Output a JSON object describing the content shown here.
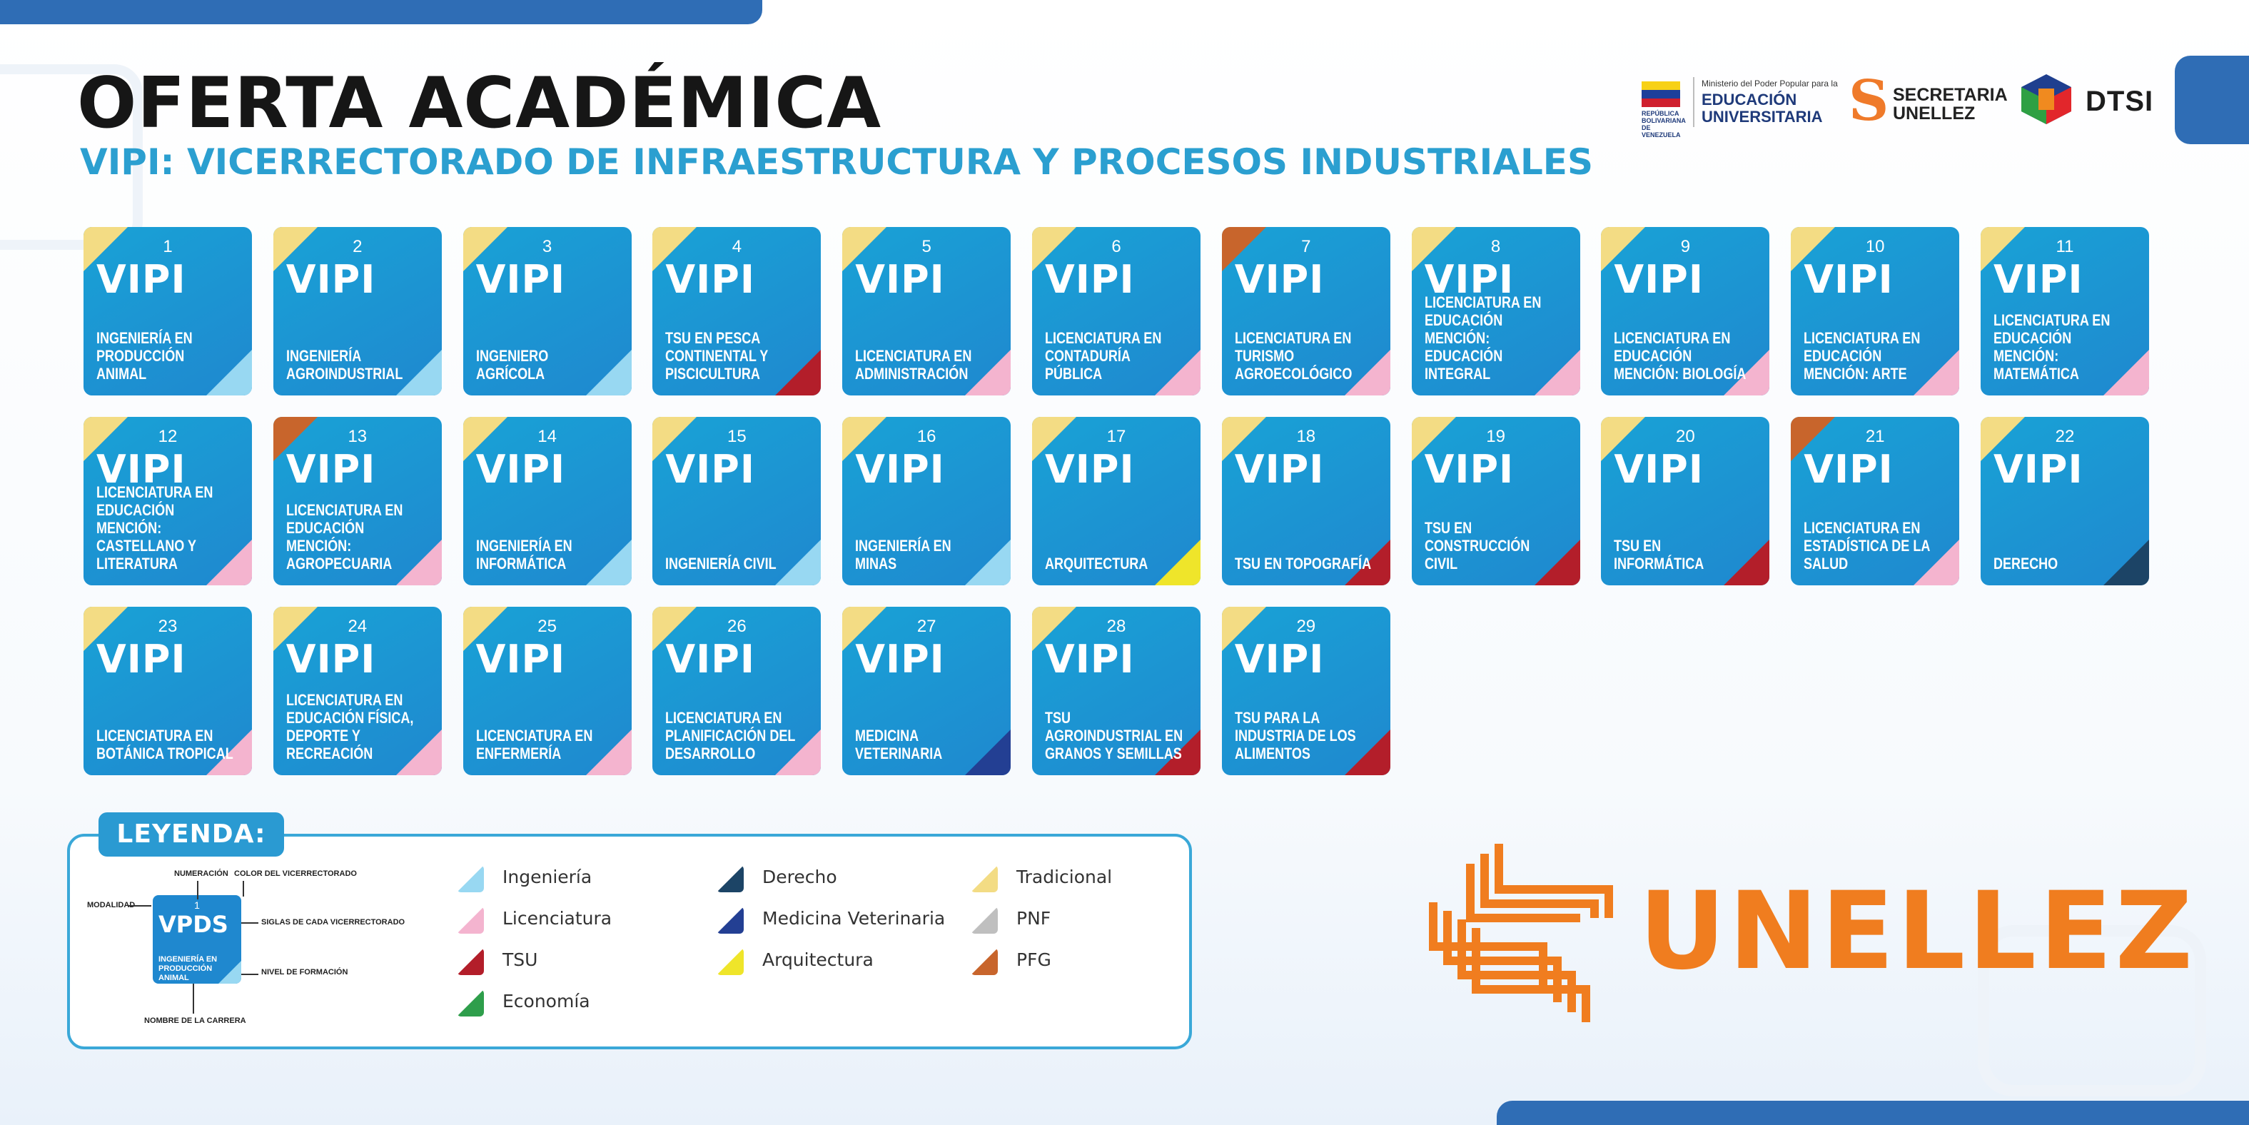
{
  "header": {
    "title": "OFERTA ACADÉMICA",
    "subtitle": "VIPI: VICERRECTORADO DE INFRAESTRUCTURA Y PROCESOS INDUSTRIALES"
  },
  "logos": {
    "flag_caption": "REPÚBLICA BOLIVARIANA DE VENEZUELA",
    "mppeu_small": "Ministerio del Poder Popular para la",
    "mppeu_line1": "EDUCACIÓN",
    "mppeu_line2": "UNIVERSITARIA",
    "secretaria_line1": "SECRETARIA",
    "secretaria_line2": "UNELLEZ",
    "dtsi": "DTSI",
    "unellez": "UNELLEZ"
  },
  "colors": {
    "card_blue": "#1f88cf",
    "tradicional": "#f3dc84",
    "pfg": "#c8652c",
    "pnf": "#bfbfbf",
    "ingenieria": "#98d8f2",
    "licenciatura": "#f4b4cf",
    "tsu": "#b31e2a",
    "economia": "#2e9e4b",
    "derecho": "#1c4466",
    "medicina_veterinaria": "#233f93",
    "arquitectura": "#efe52a",
    "unellez_orange": "#f07d1f"
  },
  "vicerrectorado": "VIPI",
  "cards": [
    {
      "num": "1",
      "career": "INGENIERÍA EN PRODUCCIÓN ANIMAL",
      "modalidad": "tradicional",
      "nivel": "ingenieria"
    },
    {
      "num": "2",
      "career": "INGENIERÍA AGROINDUSTRIAL",
      "modalidad": "tradicional",
      "nivel": "ingenieria"
    },
    {
      "num": "3",
      "career": "INGENIERO AGRÍCOLA",
      "modalidad": "tradicional",
      "nivel": "ingenieria"
    },
    {
      "num": "4",
      "career": "TSU EN PESCA CONTINENTAL Y PISCICULTURA",
      "modalidad": "tradicional",
      "nivel": "tsu"
    },
    {
      "num": "5",
      "career": "LICENCIATURA EN ADMINISTRACIÓN",
      "modalidad": "tradicional",
      "nivel": "licenciatura"
    },
    {
      "num": "6",
      "career": "LICENCIATURA EN CONTADURÍA PÚBLICA",
      "modalidad": "tradicional",
      "nivel": "licenciatura"
    },
    {
      "num": "7",
      "career": "LICENCIATURA EN TURISMO AGROECOLÓGICO",
      "modalidad": "pfg",
      "nivel": "licenciatura"
    },
    {
      "num": "8",
      "career": "LICENCIATURA EN EDUCACIÓN MENCIÓN: EDUCACIÓN INTEGRAL",
      "modalidad": "tradicional",
      "nivel": "licenciatura"
    },
    {
      "num": "9",
      "career": "LICENCIATURA EN EDUCACIÓN MENCIÓN: BIOLOGÍA",
      "modalidad": "tradicional",
      "nivel": "licenciatura"
    },
    {
      "num": "10",
      "career": "LICENCIATURA EN EDUCACIÓN MENCIÓN: ARTE",
      "modalidad": "tradicional",
      "nivel": "licenciatura"
    },
    {
      "num": "11",
      "career": "LICENCIATURA EN EDUCACIÓN MENCIÓN: MATEMÁTICA",
      "modalidad": "tradicional",
      "nivel": "licenciatura"
    },
    {
      "num": "12",
      "career": "LICENCIATURA EN EDUCACIÓN MENCIÓN: CASTELLANO Y LITERATURA",
      "modalidad": "tradicional",
      "nivel": "licenciatura"
    },
    {
      "num": "13",
      "career": "LICENCIATURA EN EDUCACIÓN MENCIÓN: AGROPECUARIA",
      "modalidad": "pfg",
      "nivel": "licenciatura"
    },
    {
      "num": "14",
      "career": "INGENIERÍA EN INFORMÁTICA",
      "modalidad": "tradicional",
      "nivel": "ingenieria"
    },
    {
      "num": "15",
      "career": "INGENIERÍA CIVIL",
      "modalidad": "tradicional",
      "nivel": "ingenieria"
    },
    {
      "num": "16",
      "career": "INGENIERÍA EN MINAS",
      "modalidad": "tradicional",
      "nivel": "ingenieria"
    },
    {
      "num": "17",
      "career": "ARQUITECTURA",
      "modalidad": "tradicional",
      "nivel": "arquitectura"
    },
    {
      "num": "18",
      "career": "TSU EN TOPOGRAFÍA",
      "modalidad": "tradicional",
      "nivel": "tsu"
    },
    {
      "num": "19",
      "career": "TSU EN CONSTRUCCIÓN CIVIL",
      "modalidad": "tradicional",
      "nivel": "tsu"
    },
    {
      "num": "20",
      "career": "TSU EN INFORMÁTICA",
      "modalidad": "tradicional",
      "nivel": "tsu"
    },
    {
      "num": "21",
      "career": "LICENCIATURA EN ESTADÍSTICA DE LA SALUD",
      "modalidad": "pfg",
      "nivel": "licenciatura"
    },
    {
      "num": "22",
      "career": "DERECHO",
      "modalidad": "tradicional",
      "nivel": "derecho"
    },
    {
      "num": "23",
      "career": "LICENCIATURA EN BOTÁNICA TROPICAL",
      "modalidad": "tradicional",
      "nivel": "licenciatura"
    },
    {
      "num": "24",
      "career": "LICENCIATURA EN EDUCACIÓN FÍSICA, DEPORTE Y RECREACIÓN",
      "modalidad": "tradicional",
      "nivel": "licenciatura"
    },
    {
      "num": "25",
      "career": "LICENCIATURA EN ENFERMERÍA",
      "modalidad": "tradicional",
      "nivel": "licenciatura"
    },
    {
      "num": "26",
      "career": "LICENCIATURA EN PLANIFICACIÓN DEL DESARROLLO",
      "modalidad": "tradicional",
      "nivel": "licenciatura"
    },
    {
      "num": "27",
      "career": "MEDICINA VETERINARIA",
      "modalidad": "tradicional",
      "nivel": "medicina_veterinaria"
    },
    {
      "num": "28",
      "career": "TSU AGROINDUSTRIAL EN GRANOS Y SEMILLAS",
      "modalidad": "tradicional",
      "nivel": "tsu"
    },
    {
      "num": "29",
      "career": "TSU PARA LA INDUSTRIA DE LOS ALIMENTOS",
      "modalidad": "tradicional",
      "nivel": "tsu"
    }
  ],
  "legend": {
    "title": "LEYENDA:",
    "example": {
      "num": "1",
      "code": "VPDS",
      "career": "INGENIERÍA EN PRODUCCIÓN ANIMAL"
    },
    "annotations": {
      "numeracion": "NUMERACIÓN",
      "color": "COLOR DEL VICERRECTORADO",
      "siglas": "SIGLAS DE CADA VICERRECTORADO",
      "nivel": "NIVEL DE FORMACIÓN",
      "modalidad": "MODALIDAD",
      "nombre": "NOMBRE DE LA CARRERA"
    },
    "items": [
      {
        "label": "Ingeniería",
        "color": "#98d8f2"
      },
      {
        "label": "Licenciatura",
        "color": "#f4b4cf"
      },
      {
        "label": "TSU",
        "color": "#b31e2a"
      },
      {
        "label": "Economía",
        "color": "#2e9e4b"
      },
      {
        "label": "Derecho",
        "color": "#1c4466"
      },
      {
        "label": "Medicina Veterinaria",
        "color": "#233f93"
      },
      {
        "label": "Arquitectura",
        "color": "#efe52a"
      },
      {
        "label": "Tradicional",
        "color": "#f3dc84"
      },
      {
        "label": "PNF",
        "color": "#bfbfbf"
      },
      {
        "label": "PFG",
        "color": "#c8652c"
      }
    ]
  }
}
